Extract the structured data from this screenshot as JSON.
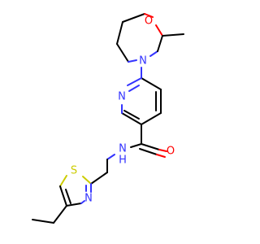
{
  "molecule": {
    "atoms": {
      "o_ring": {
        "text": "O",
        "color": "#ff0000"
      },
      "n_ring": {
        "text": "N",
        "color": "#3333ff"
      },
      "n_pyr": {
        "text": "N",
        "color": "#3333ff"
      },
      "o_carbonyl": {
        "text": "O",
        "color": "#ff0000"
      },
      "nh": {
        "text": "N",
        "color": "#3333ff"
      },
      "h": {
        "text": "H",
        "color": "#3333ff"
      },
      "s_thz": {
        "text": "S",
        "color": "#cccc00"
      },
      "n_thz": {
        "text": "N",
        "color": "#3333ff"
      }
    }
  }
}
